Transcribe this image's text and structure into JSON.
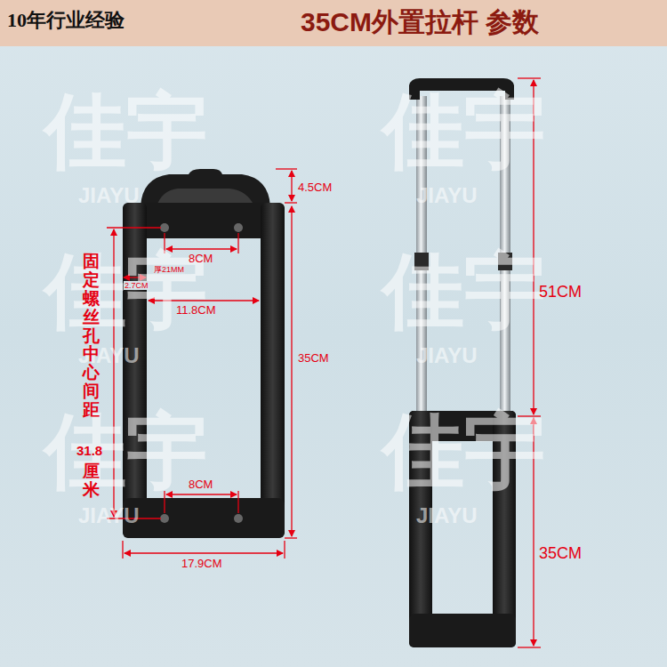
{
  "diagram": {
    "title": "35CM外置拉杆 参数",
    "labels": [
      "10年行业经验",
      "佳宇",
      "佳宇",
      "佳宇",
      "佳宇",
      "佳宇",
      "佳宇",
      "JIAYU",
      "JIAYU",
      "JIAYU",
      "JIAYU",
      "JIAYU",
      "JIAYU",
      "4.5CM",
      "8CM",
      "厚21MM",
      "2.7CM",
      "11.8CM",
      "35CM",
      "固定螺丝孔中心间距",
      "31.8",
      "厘米",
      "8CM",
      "17.9CM",
      "51CM",
      "35CM"
    ]
  }
}
